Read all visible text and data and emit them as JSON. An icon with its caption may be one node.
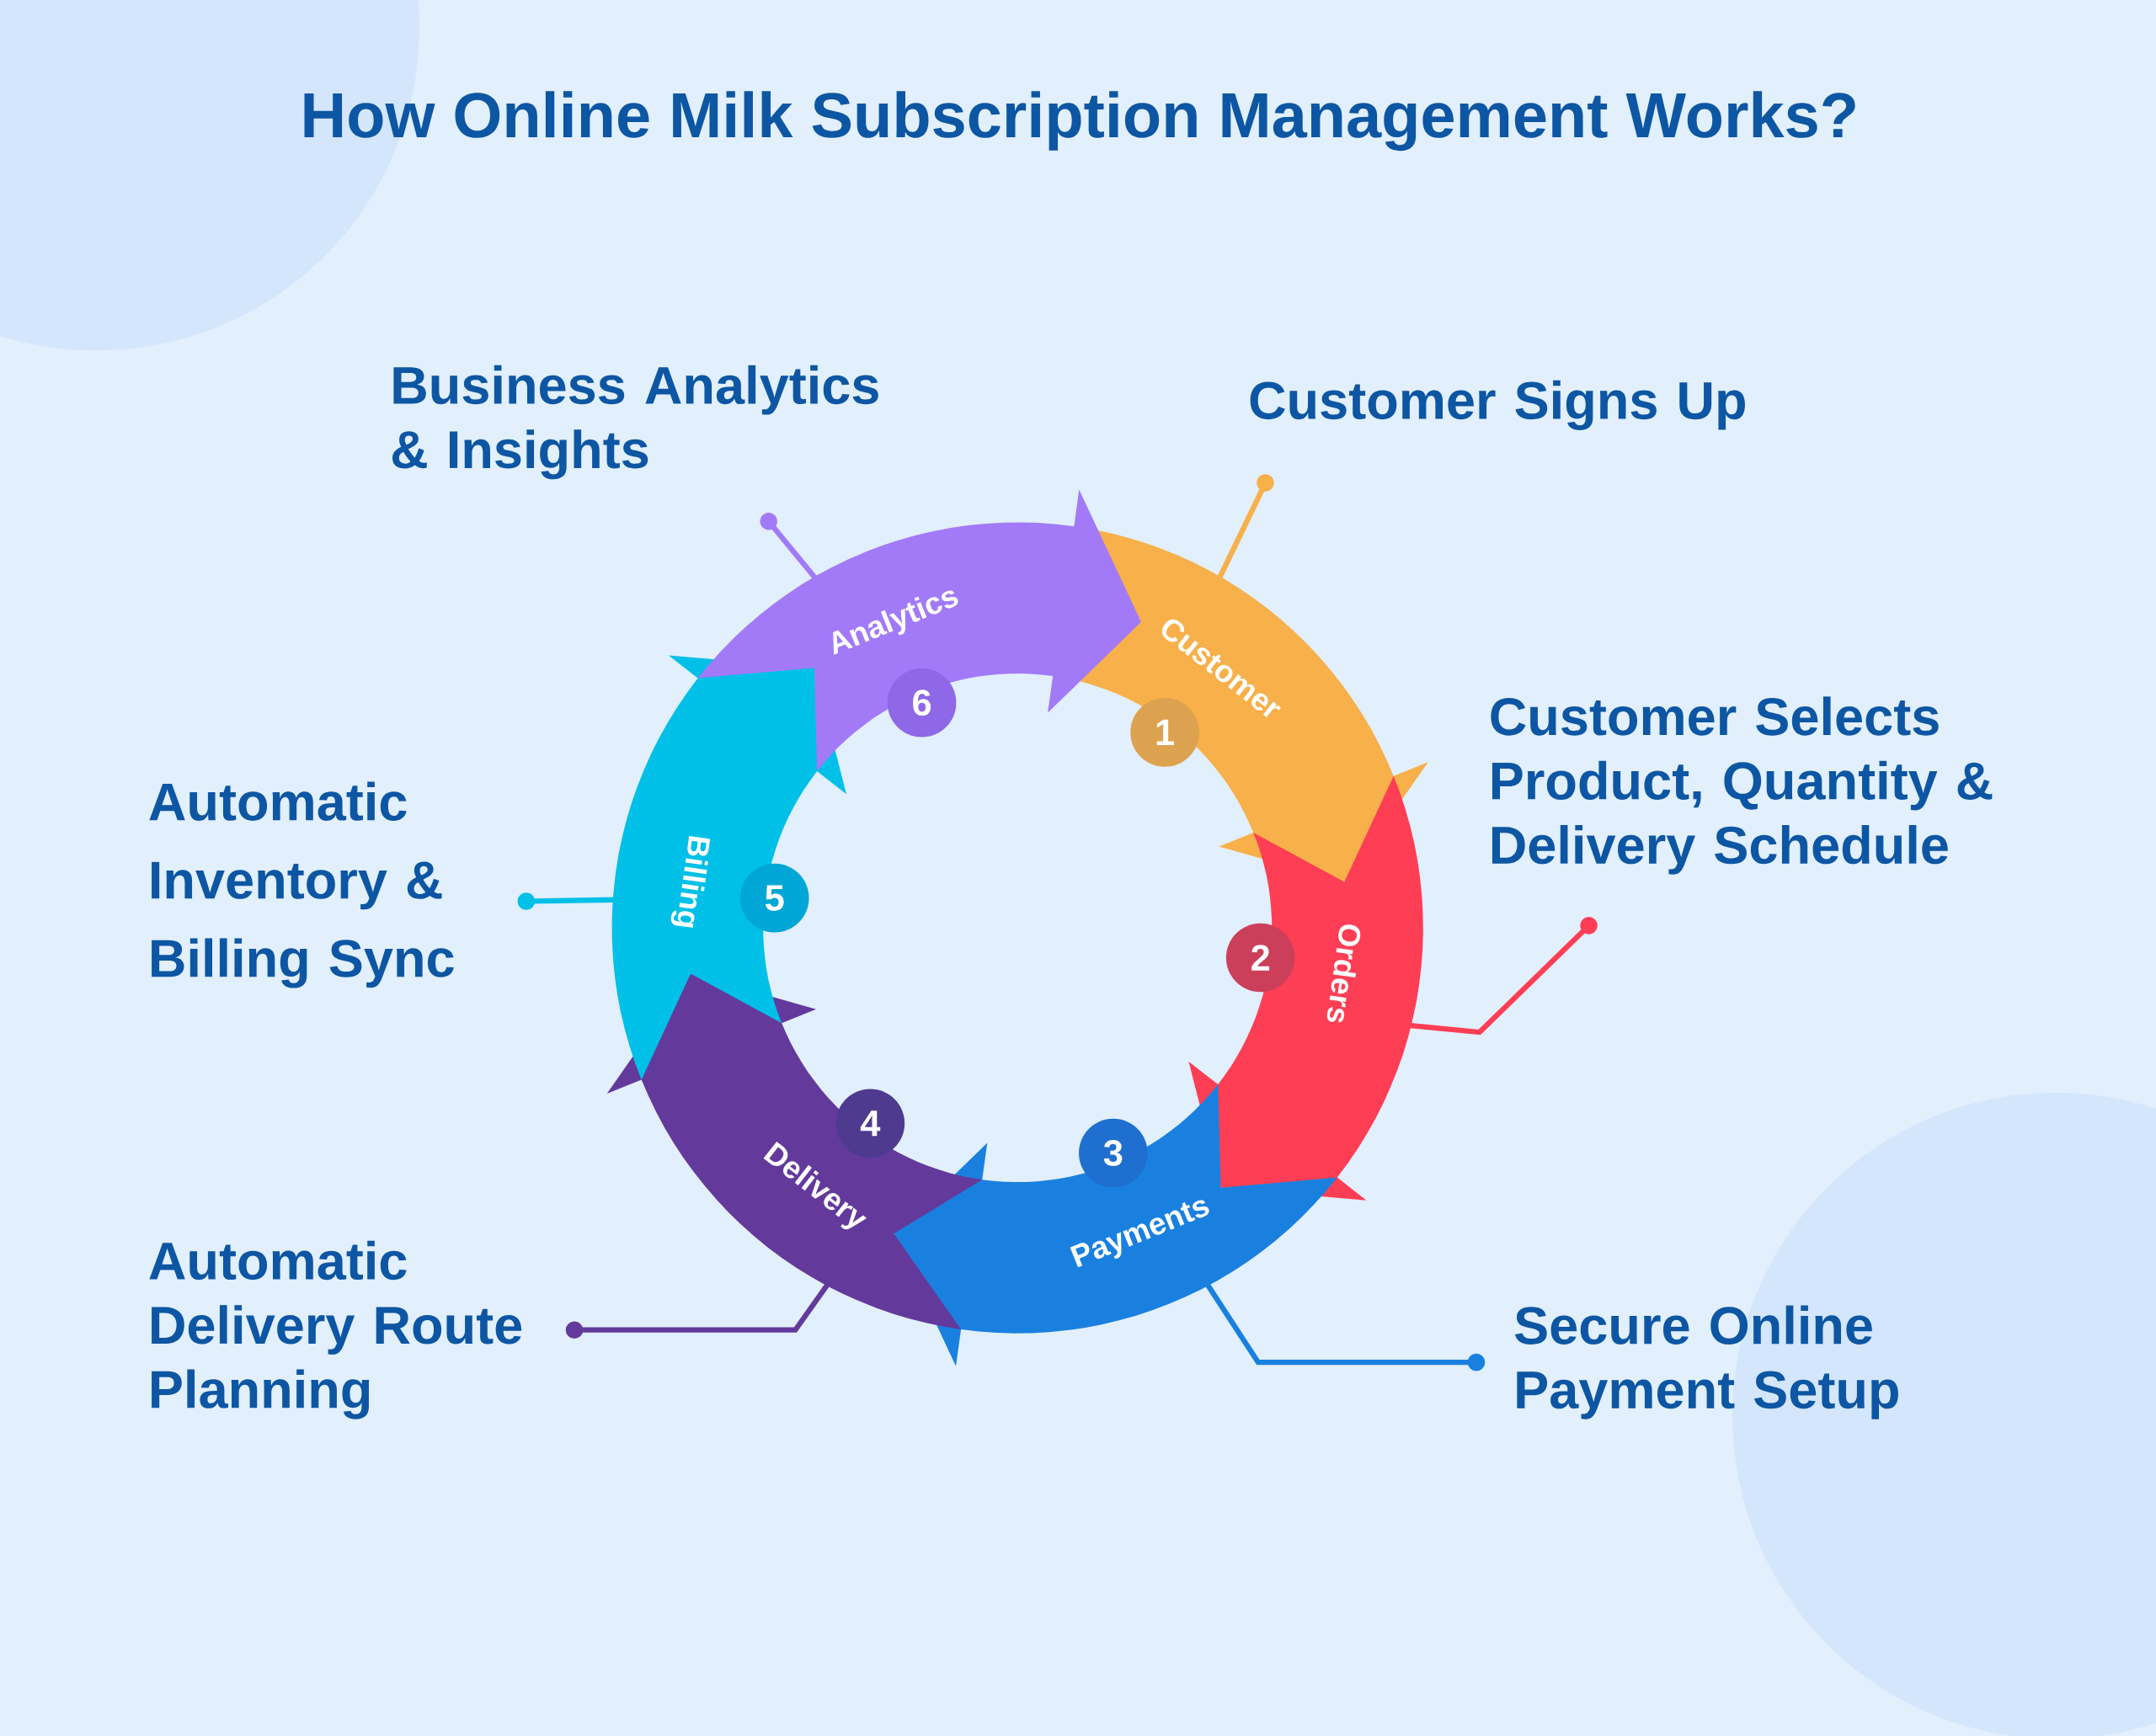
{
  "diagram": {
    "title": "How Online Milk Subscription Management Works?",
    "nodes": [
      {
        "text": [
          "Customer",
          "1"
        ]
      },
      {
        "text": [
          "Orders",
          "2"
        ]
      },
      {
        "text": [
          "Payments",
          "3"
        ]
      },
      {
        "text": [
          "Delivery",
          "4"
        ]
      },
      {
        "text": [
          "Billing",
          "5"
        ]
      },
      {
        "text": [
          "Analytics",
          "6"
        ]
      },
      {
        "text": [
          "Customer Signs Up"
        ]
      },
      {
        "text": [
          "Customer Selects Product, Quantity & Delivery Schedule"
        ]
      },
      {
        "text": [
          "Secure Online Payment Setup"
        ]
      },
      {
        "text": [
          "Automatic Delivery Route Planning"
        ]
      },
      {
        "text": [
          "Automatic Inventory & Billing Sync"
        ]
      },
      {
        "text": [
          "Business Analytics & Insights"
        ]
      }
    ],
    "edges": [
      {
        "from": 6,
        "to": 0,
        "arrow": "other",
        "color": "#f7b04a"
      },
      {
        "from": 7,
        "to": 1,
        "arrow": "other",
        "color": "#fe3e54"
      },
      {
        "from": 8,
        "to": 2,
        "arrow": "other",
        "color": "#1a80e0"
      },
      {
        "from": 9,
        "to": 3,
        "arrow": "other",
        "color": "#633a9c"
      },
      {
        "from": 10,
        "to": 4,
        "arrow": "other",
        "color": "#00c0e8"
      },
      {
        "from": 11,
        "to": 5,
        "arrow": "other",
        "color": "#a27af8"
      }
    ]
  }
}
